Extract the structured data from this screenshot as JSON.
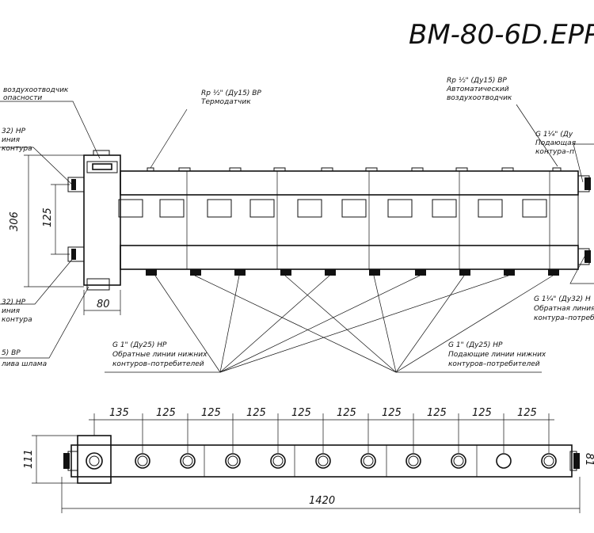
{
  "title": "BM-80-6D.EPP.",
  "labels": {
    "air_vent_top_left": [
      "воздухоотводчик",
      "опасности"
    ],
    "thermo_sensor": [
      "Rp ½\" (Ду15) ВР",
      "Термодатчик"
    ],
    "auto_air_vent": [
      "Rp ½\" (Ду15) ВР",
      "Автоматический",
      "воздухоотводчик"
    ],
    "supply_right": [
      "G 1¼\" (Ду",
      "Подающая",
      "контура–п"
    ],
    "left_upper": [
      "32) НР",
      "иния",
      "контура"
    ],
    "left_lower": [
      "32) НР",
      "иния",
      "контура"
    ],
    "left_bottom": [
      "5) ВР",
      "лива шлама"
    ],
    "return_right": [
      "G 1¼\" (Ду32) Н",
      "Обратная линия",
      "контура–потреб"
    ],
    "return_consumers": [
      "G 1\" (Ду25) НР",
      "Обратные линии нижних",
      "контуров–потребителей"
    ],
    "supply_consumers": [
      "G 1\" (Ду25) НР",
      "Подающие линии нижних",
      "контуров–потребителей"
    ]
  },
  "dimensions": {
    "height_total": "306",
    "height_axis": "125",
    "width_block": "80",
    "pitch_first": "135",
    "pitch": [
      "125",
      "125",
      "125",
      "125",
      "125",
      "125",
      "125",
      "125",
      "125"
    ],
    "length_total": "1420",
    "side_left": "111",
    "side_right": "81"
  }
}
